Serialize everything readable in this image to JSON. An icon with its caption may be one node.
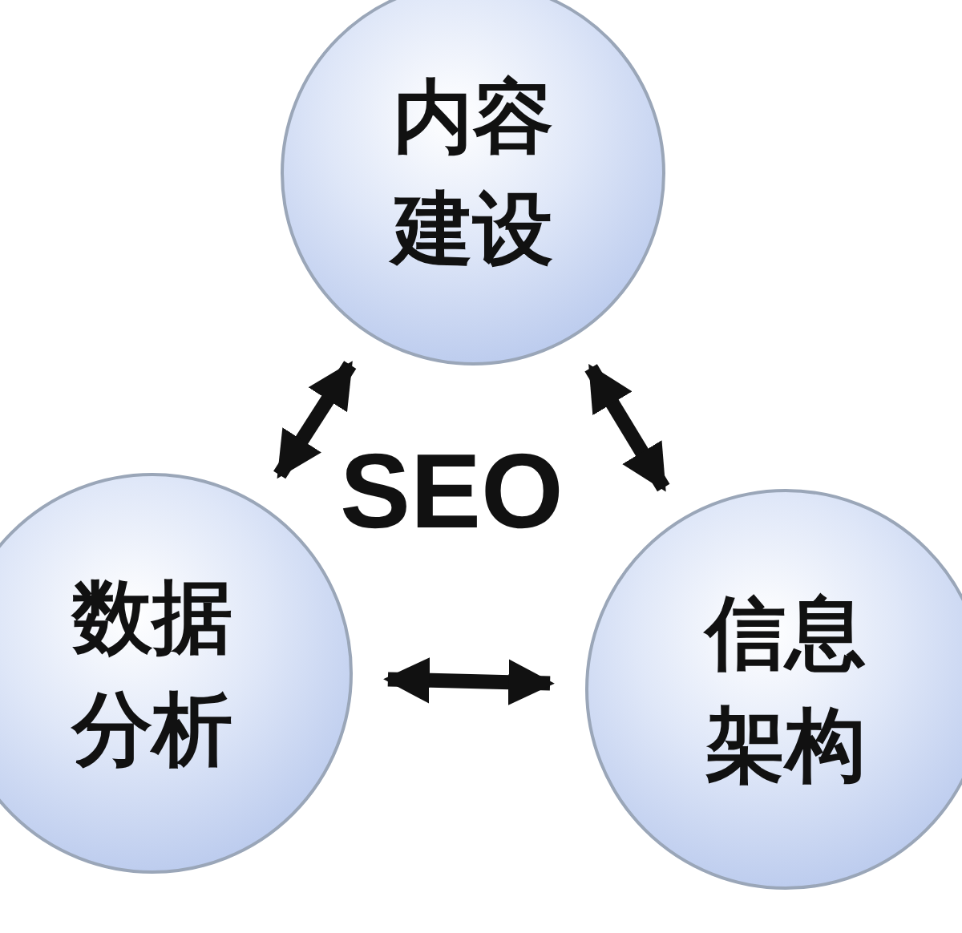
{
  "diagram": {
    "nodes": [
      {
        "text": [
          "内容建设"
        ]
      },
      {
        "text": [
          "数据分析"
        ]
      },
      {
        "text": [
          "信息架构"
        ]
      }
    ],
    "edges": [
      {
        "from": 1,
        "to": 0,
        "arrow": "both"
      },
      {
        "from": 0,
        "to": 2,
        "arrow": "both"
      },
      {
        "from": 1,
        "to": 2,
        "arrow": "both"
      }
    ],
    "labels": [
      "SEO"
    ]
  }
}
